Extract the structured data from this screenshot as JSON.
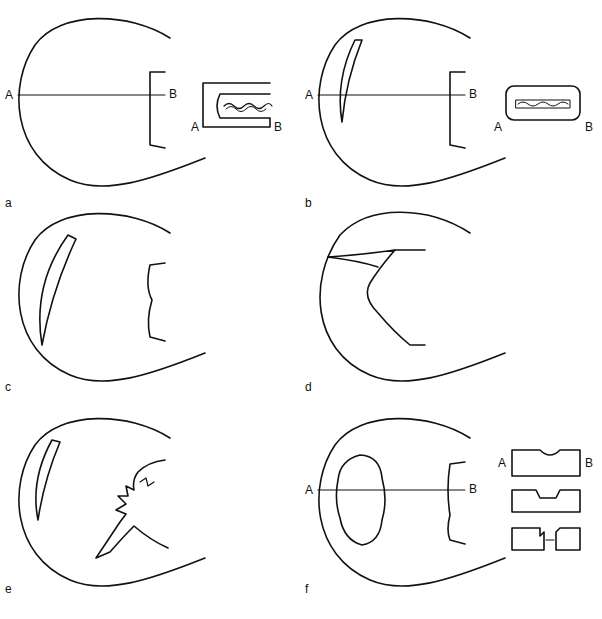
{
  "diagram": {
    "labels": [
      "A",
      "B",
      "A",
      "B",
      "a",
      "A",
      "B",
      "A",
      "B",
      "b",
      "c",
      "d",
      "e",
      "A",
      "B",
      "A",
      "B",
      "f"
    ]
  }
}
